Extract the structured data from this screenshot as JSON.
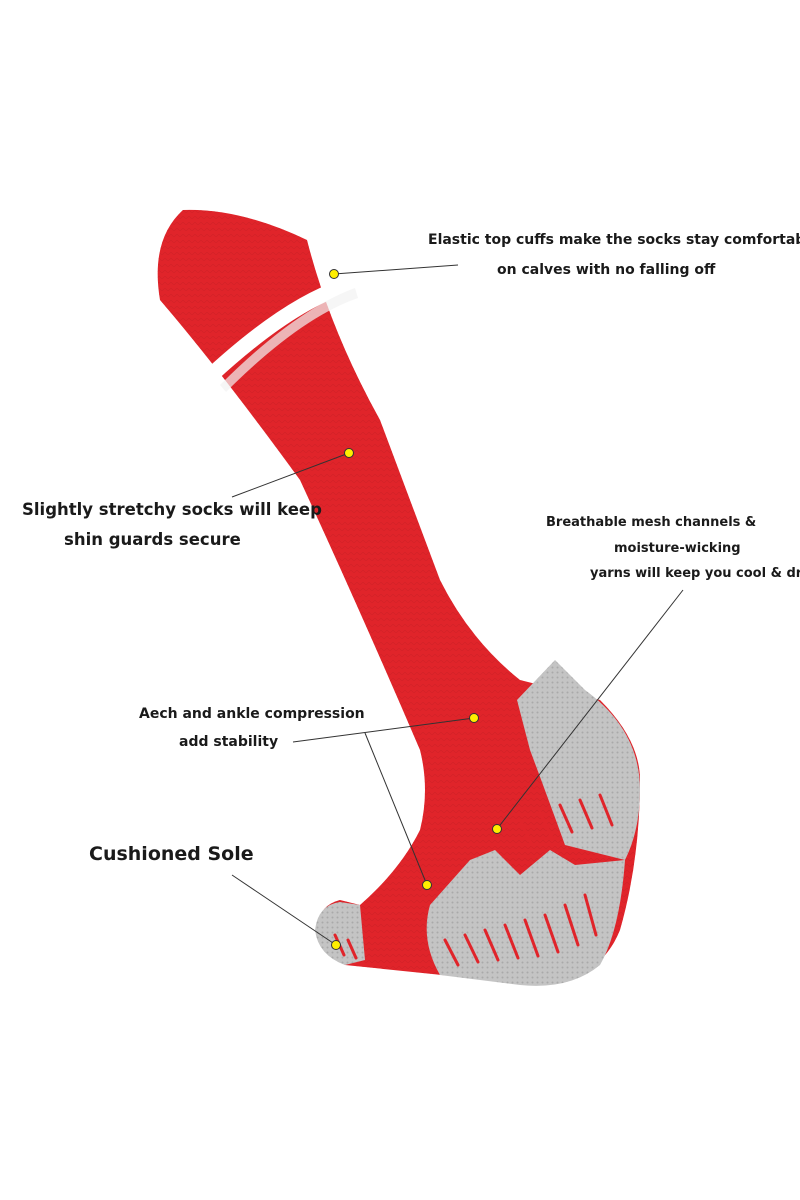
{
  "callouts": {
    "cuff": {
      "line1": "Elastic top cuffs make the socks stay comfortably",
      "line2": "on calves with no falling off"
    },
    "stretch": {
      "line1": "Slightly stretchy socks will keep",
      "line2": "shin guards secure"
    },
    "mesh": {
      "line1": "Breathable mesh channels &",
      "line2": "moisture-wicking",
      "line3": "yarns will keep you cool & dry"
    },
    "arch": {
      "line1": "Aech and ankle compression",
      "line2": "add stability"
    },
    "sole": {
      "line1": "Cushioned Sole"
    }
  },
  "colors": {
    "sock_red": "#e0242a",
    "sock_grey": "#bdbdbd",
    "stripe": "#ffffff",
    "marker": "#ffee00",
    "leader_line": "#333333"
  }
}
